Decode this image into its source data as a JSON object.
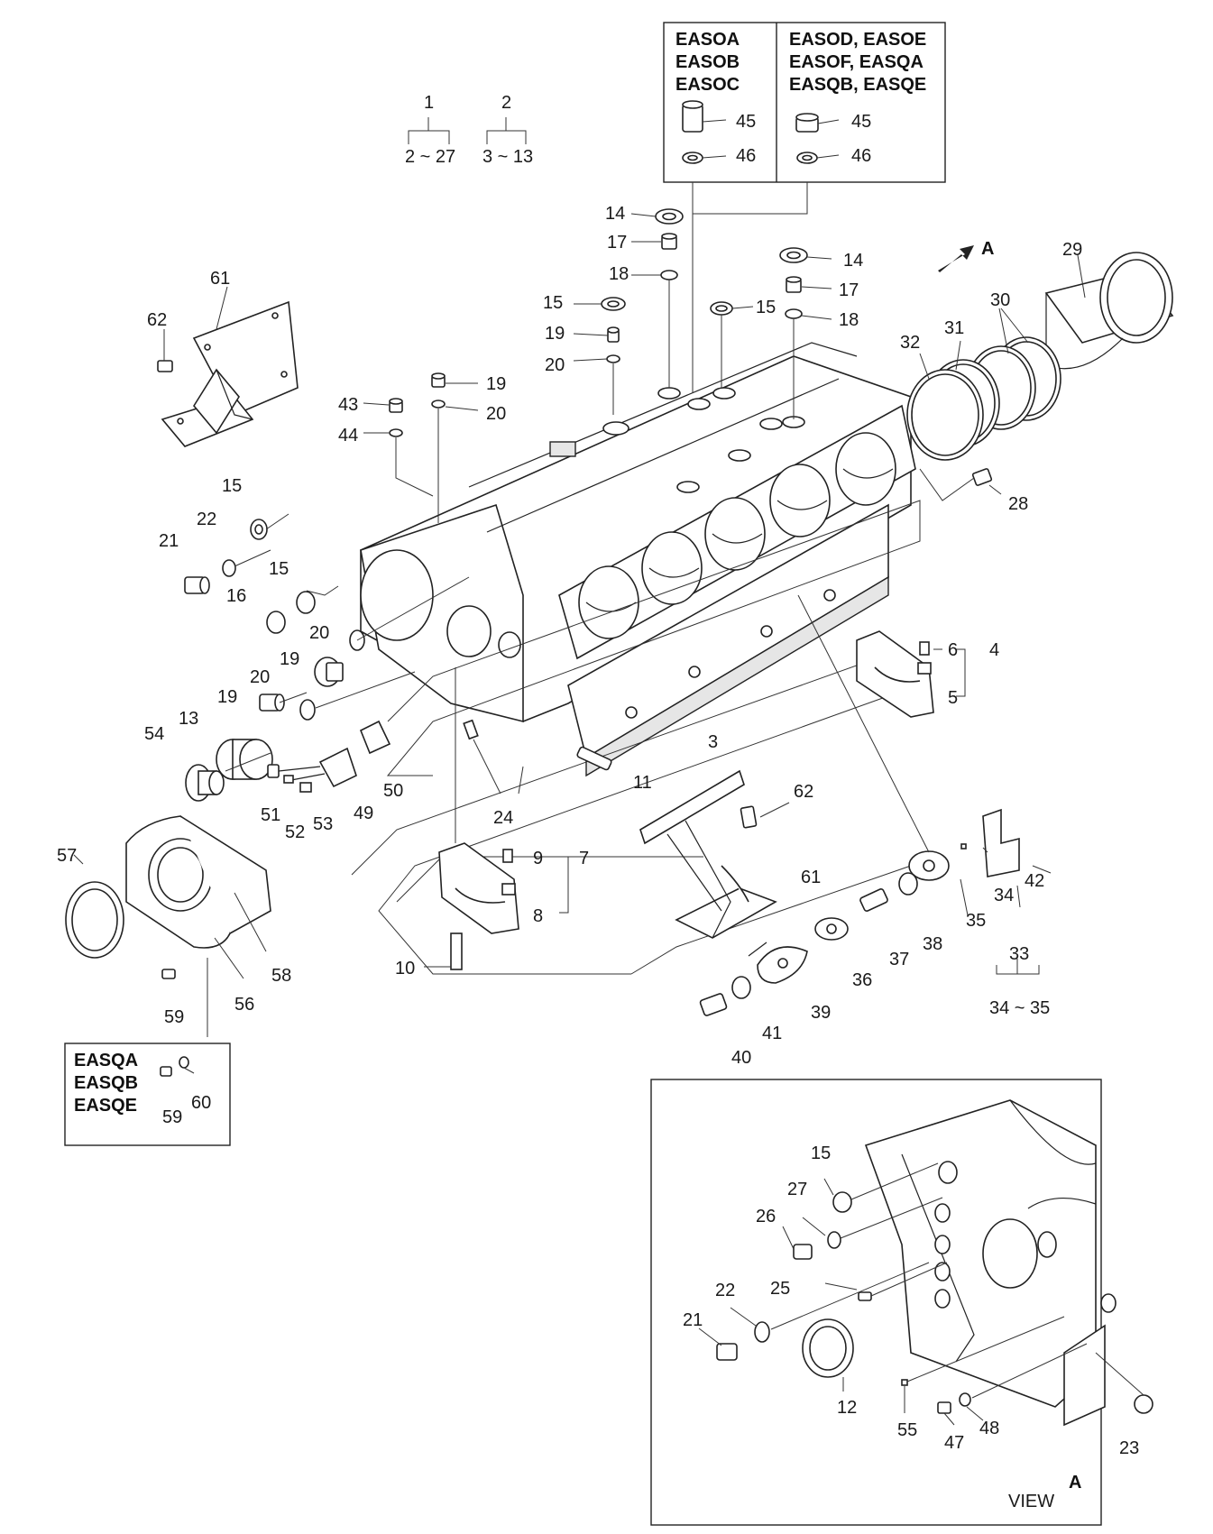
{
  "callouts": [
    {
      "id": "c1",
      "text": "1"
    },
    {
      "id": "c1r",
      "text": "2 ~ 27"
    },
    {
      "id": "c2",
      "text": "2"
    },
    {
      "id": "c2r",
      "text": "3 ~ 13"
    },
    {
      "id": "c45a",
      "text": "45"
    },
    {
      "id": "c46a",
      "text": "46"
    },
    {
      "id": "c45b",
      "text": "45"
    },
    {
      "id": "c46b",
      "text": "46"
    },
    {
      "id": "c14a",
      "text": "14"
    },
    {
      "id": "c17a",
      "text": "17"
    },
    {
      "id": "c18a",
      "text": "18"
    },
    {
      "id": "c14b",
      "text": "14"
    },
    {
      "id": "c17b",
      "text": "17"
    },
    {
      "id": "c18b",
      "text": "18"
    },
    {
      "id": "c15a",
      "text": "15"
    },
    {
      "id": "c19a",
      "text": "19"
    },
    {
      "id": "c20a",
      "text": "20"
    },
    {
      "id": "c15b",
      "text": "15"
    },
    {
      "id": "c29",
      "text": "29"
    },
    {
      "id": "c30",
      "text": "30"
    },
    {
      "id": "c31",
      "text": "31"
    },
    {
      "id": "c32",
      "text": "32"
    },
    {
      "id": "c61a",
      "text": "61"
    },
    {
      "id": "c62a",
      "text": "62"
    },
    {
      "id": "c43",
      "text": "43"
    },
    {
      "id": "c44",
      "text": "44"
    },
    {
      "id": "c19b",
      "text": "19"
    },
    {
      "id": "c20b",
      "text": "20"
    },
    {
      "id": "c28",
      "text": "28"
    },
    {
      "id": "c15c",
      "text": "15"
    },
    {
      "id": "c22a",
      "text": "22"
    },
    {
      "id": "c21a",
      "text": "21"
    },
    {
      "id": "c15d",
      "text": "15"
    },
    {
      "id": "c16",
      "text": "16"
    },
    {
      "id": "c20c",
      "text": "20"
    },
    {
      "id": "c19c",
      "text": "19"
    },
    {
      "id": "c20d",
      "text": "20"
    },
    {
      "id": "c19d",
      "text": "19"
    },
    {
      "id": "c54",
      "text": "54"
    },
    {
      "id": "c13",
      "text": "13"
    },
    {
      "id": "c51",
      "text": "51"
    },
    {
      "id": "c52",
      "text": "52"
    },
    {
      "id": "c53",
      "text": "53"
    },
    {
      "id": "c49",
      "text": "49"
    },
    {
      "id": "c50",
      "text": "50"
    },
    {
      "id": "c24",
      "text": "24"
    },
    {
      "id": "c11",
      "text": "11"
    },
    {
      "id": "c3",
      "text": "3"
    },
    {
      "id": "c6",
      "text": "6"
    },
    {
      "id": "c4",
      "text": "4"
    },
    {
      "id": "c5",
      "text": "5"
    },
    {
      "id": "c62b",
      "text": "62"
    },
    {
      "id": "c61b",
      "text": "61"
    },
    {
      "id": "c9",
      "text": "9"
    },
    {
      "id": "c7",
      "text": "7"
    },
    {
      "id": "c8",
      "text": "8"
    },
    {
      "id": "c10",
      "text": "10"
    },
    {
      "id": "c57",
      "text": "57"
    },
    {
      "id": "c58",
      "text": "58"
    },
    {
      "id": "c56",
      "text": "56"
    },
    {
      "id": "c59a",
      "text": "59"
    },
    {
      "id": "c59b",
      "text": "59"
    },
    {
      "id": "c60",
      "text": "60"
    },
    {
      "id": "c42",
      "text": "42"
    },
    {
      "id": "c34a",
      "text": "34"
    },
    {
      "id": "c35",
      "text": "35"
    },
    {
      "id": "c38",
      "text": "38"
    },
    {
      "id": "c37",
      "text": "37"
    },
    {
      "id": "c36",
      "text": "36"
    },
    {
      "id": "c39",
      "text": "39"
    },
    {
      "id": "c41",
      "text": "41"
    },
    {
      "id": "c40",
      "text": "40"
    },
    {
      "id": "c33",
      "text": "33"
    },
    {
      "id": "c33r",
      "text": "34 ~ 35"
    },
    {
      "id": "v15",
      "text": "15"
    },
    {
      "id": "v27",
      "text": "27"
    },
    {
      "id": "v26",
      "text": "26"
    },
    {
      "id": "v22",
      "text": "22"
    },
    {
      "id": "v25",
      "text": "25"
    },
    {
      "id": "v21",
      "text": "21"
    },
    {
      "id": "v12",
      "text": "12"
    },
    {
      "id": "v55",
      "text": "55"
    },
    {
      "id": "v47",
      "text": "47"
    },
    {
      "id": "v48",
      "text": "48"
    },
    {
      "id": "v23",
      "text": "23"
    }
  ],
  "variant_box_top": {
    "left_models": [
      "EASOA",
      "EASOB",
      "EASOC"
    ],
    "right_models": [
      "EASOD, EASOE",
      "EASOF, EASQA",
      "EASQB, EASQE"
    ]
  },
  "variant_box_bottom": {
    "models": [
      "EASQA",
      "EASQB",
      "EASQE"
    ]
  },
  "view_arrow_label": "A",
  "view_caption": {
    "word": "VIEW",
    "letter": "A"
  }
}
